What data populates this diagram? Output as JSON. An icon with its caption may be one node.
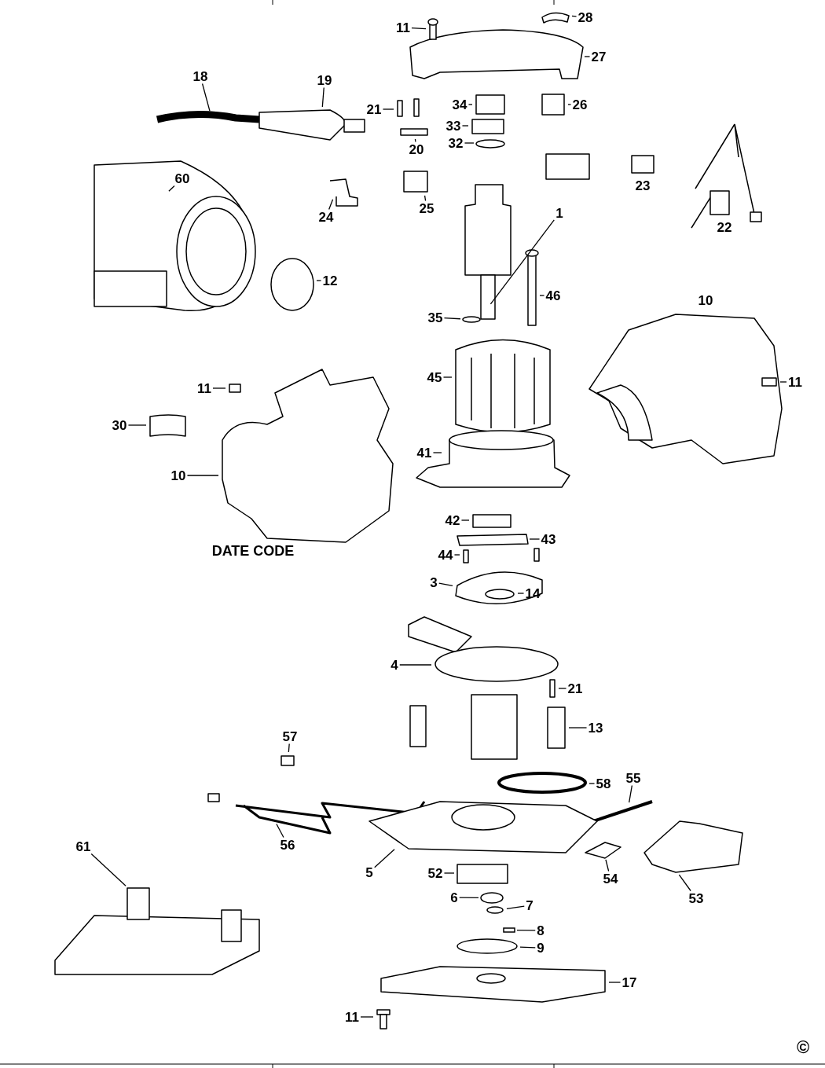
{
  "diagram": {
    "nodes": [
      {
        "text": [
          "11"
        ]
      },
      {
        "text": [
          "28"
        ]
      },
      {
        "text": [
          "27"
        ]
      },
      {
        "text": [
          "18"
        ]
      },
      {
        "text": [
          "19"
        ]
      },
      {
        "text": [
          "21"
        ]
      },
      {
        "text": [
          "34"
        ]
      },
      {
        "text": [
          "26"
        ]
      },
      {
        "text": [
          "33"
        ]
      },
      {
        "text": [
          "32"
        ]
      },
      {
        "text": [
          "20"
        ]
      },
      {
        "text": [
          "60"
        ]
      },
      {
        "text": [
          "25"
        ]
      },
      {
        "text": [
          "1"
        ]
      },
      {
        "text": [
          "24"
        ]
      },
      {
        "text": [
          "12"
        ]
      },
      {
        "text": [
          "46"
        ]
      },
      {
        "text": [
          "35"
        ]
      },
      {
        "text": [
          "45"
        ]
      },
      {
        "text": [
          "11"
        ]
      },
      {
        "text": [
          "11"
        ]
      },
      {
        "text": [
          "30"
        ]
      },
      {
        "text": [
          "41"
        ]
      },
      {
        "text": [
          "10"
        ]
      },
      {
        "text": [
          "42"
        ]
      },
      {
        "text": [
          "43"
        ]
      },
      {
        "text": [
          "44"
        ]
      },
      {
        "text": [
          "3"
        ]
      },
      {
        "text": [
          "14"
        ]
      },
      {
        "text": [
          "4"
        ]
      },
      {
        "text": [
          "21"
        ]
      },
      {
        "text": [
          "13"
        ]
      },
      {
        "text": [
          "57"
        ]
      },
      {
        "text": [
          "55"
        ]
      },
      {
        "text": [
          "58"
        ]
      },
      {
        "text": [
          "61"
        ]
      },
      {
        "text": [
          "56"
        ]
      },
      {
        "text": [
          "5"
        ]
      },
      {
        "text": [
          "52"
        ]
      },
      {
        "text": [
          "54"
        ]
      },
      {
        "text": [
          "6"
        ]
      },
      {
        "text": [
          "53"
        ]
      },
      {
        "text": [
          "7"
        ]
      },
      {
        "text": [
          "8"
        ]
      },
      {
        "text": [
          "9"
        ]
      },
      {
        "text": [
          "17"
        ]
      },
      {
        "text": [
          "11"
        ]
      },
      {
        "text": [],
        "shape": "bar"
      },
      {
        "text": [],
        "shape": "circle"
      },
      {
        "text": [],
        "shape": "circle"
      },
      {
        "text": [],
        "shape": "box"
      }
    ],
    "edges": [
      {
        "from": 0,
        "to": 47,
        "arrow": "none"
      },
      {
        "from": 1,
        "to": null,
        "arrow": "none"
      },
      {
        "from": 2,
        "to": null,
        "arrow": "none"
      },
      {
        "from": 3,
        "to": null,
        "arrow": "none"
      },
      {
        "from": 4,
        "to": null,
        "arrow": "none"
      },
      {
        "from": 5,
        "to": null,
        "arrow": "none"
      },
      {
        "from": 6,
        "to": null,
        "arrow": "none"
      },
      {
        "from": 7,
        "to": null,
        "arrow": "none"
      },
      {
        "from": 8,
        "to": null,
        "arrow": "none"
      },
      {
        "from": 9,
        "to": null,
        "arrow": "none"
      },
      {
        "from": 10,
        "to": null,
        "arrow": "none"
      },
      {
        "from": 11,
        "to": null,
        "arrow": "none"
      },
      {
        "from": 12,
        "to": null,
        "arrow": "none"
      },
      {
        "from": 13,
        "to": null,
        "arrow": "none"
      },
      {
        "from": 14,
        "to": null,
        "arrow": "none"
      },
      {
        "from": 15,
        "to": null,
        "arrow": "none"
      },
      {
        "from": 16,
        "to": null,
        "arrow": "none"
      },
      {
        "from": 17,
        "to": 48,
        "arrow": "none"
      },
      {
        "from": 18,
        "to": null,
        "arrow": "none"
      },
      {
        "from": 19,
        "to": null,
        "arrow": "none"
      },
      {
        "from": 20,
        "to": null,
        "arrow": "none"
      },
      {
        "from": 21,
        "to": null,
        "arrow": "none"
      },
      {
        "from": 22,
        "to": null,
        "arrow": "none"
      },
      {
        "from": 23,
        "to": null,
        "arrow": "none"
      },
      {
        "from": 24,
        "to": null,
        "arrow": "none"
      },
      {
        "from": 25,
        "to": null,
        "arrow": "none"
      },
      {
        "from": 26,
        "to": null,
        "arrow": "none"
      },
      {
        "from": 27,
        "to": null,
        "arrow": "none"
      },
      {
        "from": 28,
        "to": null,
        "arrow": "none"
      },
      {
        "from": 29,
        "to": null,
        "arrow": "none"
      },
      {
        "from": 30,
        "to": null,
        "arrow": "none"
      },
      {
        "from": 31,
        "to": null,
        "arrow": "none"
      },
      {
        "from": 32,
        "to": null,
        "arrow": "none"
      },
      {
        "from": 33,
        "to": null,
        "arrow": "none"
      },
      {
        "from": 34,
        "to": null,
        "arrow": "none"
      },
      {
        "from": 35,
        "to": null,
        "arrow": "none"
      },
      {
        "from": 36,
        "to": null,
        "arrow": "none"
      },
      {
        "from": 37,
        "to": null,
        "arrow": "none"
      },
      {
        "from": 38,
        "to": null,
        "arrow": "none"
      },
      {
        "from": 39,
        "to": null,
        "arrow": "none"
      },
      {
        "from": 40,
        "to": 49,
        "arrow": "none"
      },
      {
        "from": 41,
        "to": null,
        "arrow": "none"
      },
      {
        "from": 42,
        "to": null,
        "arrow": "none"
      },
      {
        "from": 43,
        "to": 50,
        "arrow": "none"
      },
      {
        "from": 44,
        "to": null,
        "arrow": "none"
      },
      {
        "from": 45,
        "to": null,
        "arrow": "none"
      },
      {
        "from": 46,
        "to": null,
        "arrow": "none"
      }
    ],
    "labels": [
      "23",
      "22",
      "10",
      "DATE CODE",
      "©"
    ]
  }
}
